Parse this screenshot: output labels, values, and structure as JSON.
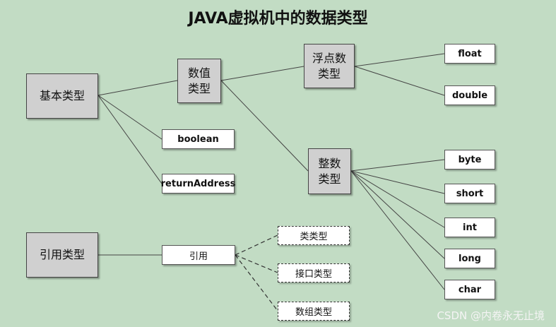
{
  "title": "JAVA虚拟机中的数据类型",
  "nodes": {
    "primitive_types": "基本类型",
    "numeric_types": "数值\n类型",
    "floating_types": "浮点数\n类型",
    "integer_types": "整数\n类型",
    "float": "float",
    "double": "double",
    "boolean": "boolean",
    "return_address": "returnAddress",
    "byte": "byte",
    "short": "short",
    "int": "int",
    "long": "long",
    "char": "char",
    "reference_types": "引用类型",
    "reference": "引用",
    "class_type": "类类型",
    "interface_type": "接口类型",
    "array_type": "数组类型"
  },
  "watermark": "CSDN @内卷永无止境",
  "colors": {
    "background": "#c2dcc4",
    "gray_box": "#d0d0d0",
    "white_box": "#ffffff",
    "line": "#444444"
  }
}
